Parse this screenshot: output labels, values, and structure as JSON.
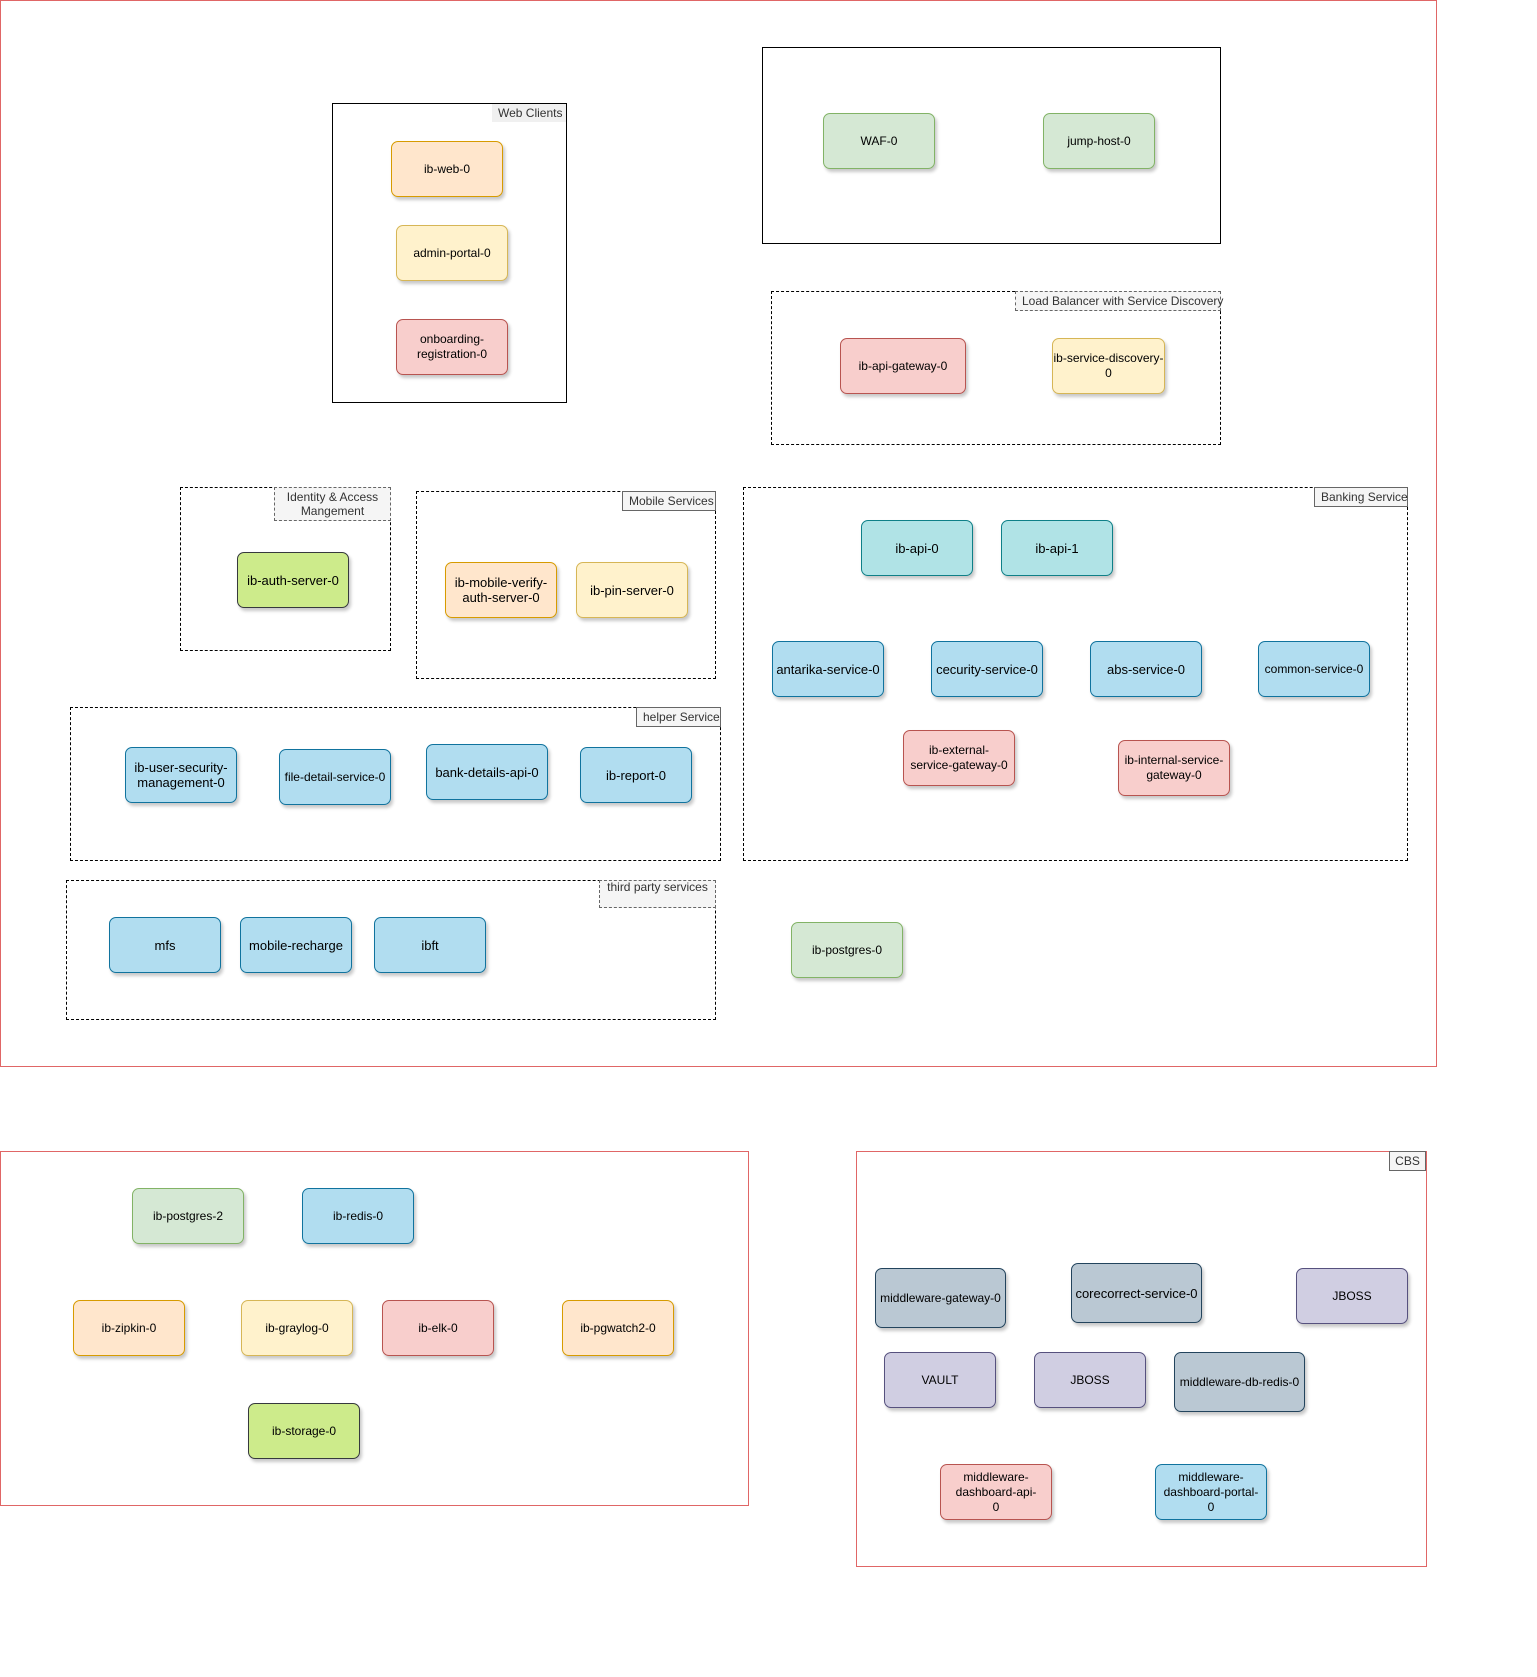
{
  "groups": {
    "web_clients": "Web Clients",
    "load_balancer": "Load Balancer with Service Discovery",
    "iam": "Identity & Access Mangement",
    "mobile_services": "Mobile Services",
    "banking_service": "Banking Service",
    "helper_service": "helper Service",
    "third_party": "third party services",
    "cbs": "CBS"
  },
  "nodes": {
    "ib_web": "ib-web-0",
    "admin_portal": "admin-portal-0",
    "onboarding": "onboarding-registration-0",
    "waf": "WAF-0",
    "jump_host": "jump-host-0",
    "api_gateway": "ib-api-gateway-0",
    "service_discovery": "ib-service-discovery-0",
    "auth_server": "ib-auth-server-0",
    "mobile_verify": "ib-mobile-verify-auth-server-0",
    "pin_server": "ib-pin-server-0",
    "ib_api_0": "ib-api-0",
    "ib_api_1": "ib-api-1",
    "antarika": "antarika-service-0",
    "cecurity": "cecurity-service-0",
    "abs": "abs-service-0",
    "common": "common-service-0",
    "external_gw": "ib-external-service-gateway-0",
    "internal_gw": "ib-internal-service-gateway-0",
    "user_security": "ib-user-security-management-0",
    "file_detail": "file-detail-service-0",
    "bank_details": "bank-details-api-0",
    "report": "ib-report-0",
    "mfs": "mfs",
    "mobile_recharge": "mobile-recharge",
    "ibft": "ibft",
    "postgres_0": "ib-postgres-0",
    "postgres_2": "ib-postgres-2",
    "redis": "ib-redis-0",
    "zipkin": "ib-zipkin-0",
    "graylog": "ib-graylog-0",
    "elk": "ib-elk-0",
    "pgwatch": "ib-pgwatch2-0",
    "storage": "ib-storage-0",
    "mw_gateway": "middleware-gateway-0",
    "corecorrect": "corecorrect-service-0",
    "jboss_1": "JBOSS",
    "vault": "VAULT",
    "jboss_2": "JBOSS",
    "mw_db_redis": "middleware-db-redis-0",
    "mw_dash_api": "middleware-dashboard-api-0",
    "mw_dash_portal": "middleware-dashboard-portal-0"
  }
}
